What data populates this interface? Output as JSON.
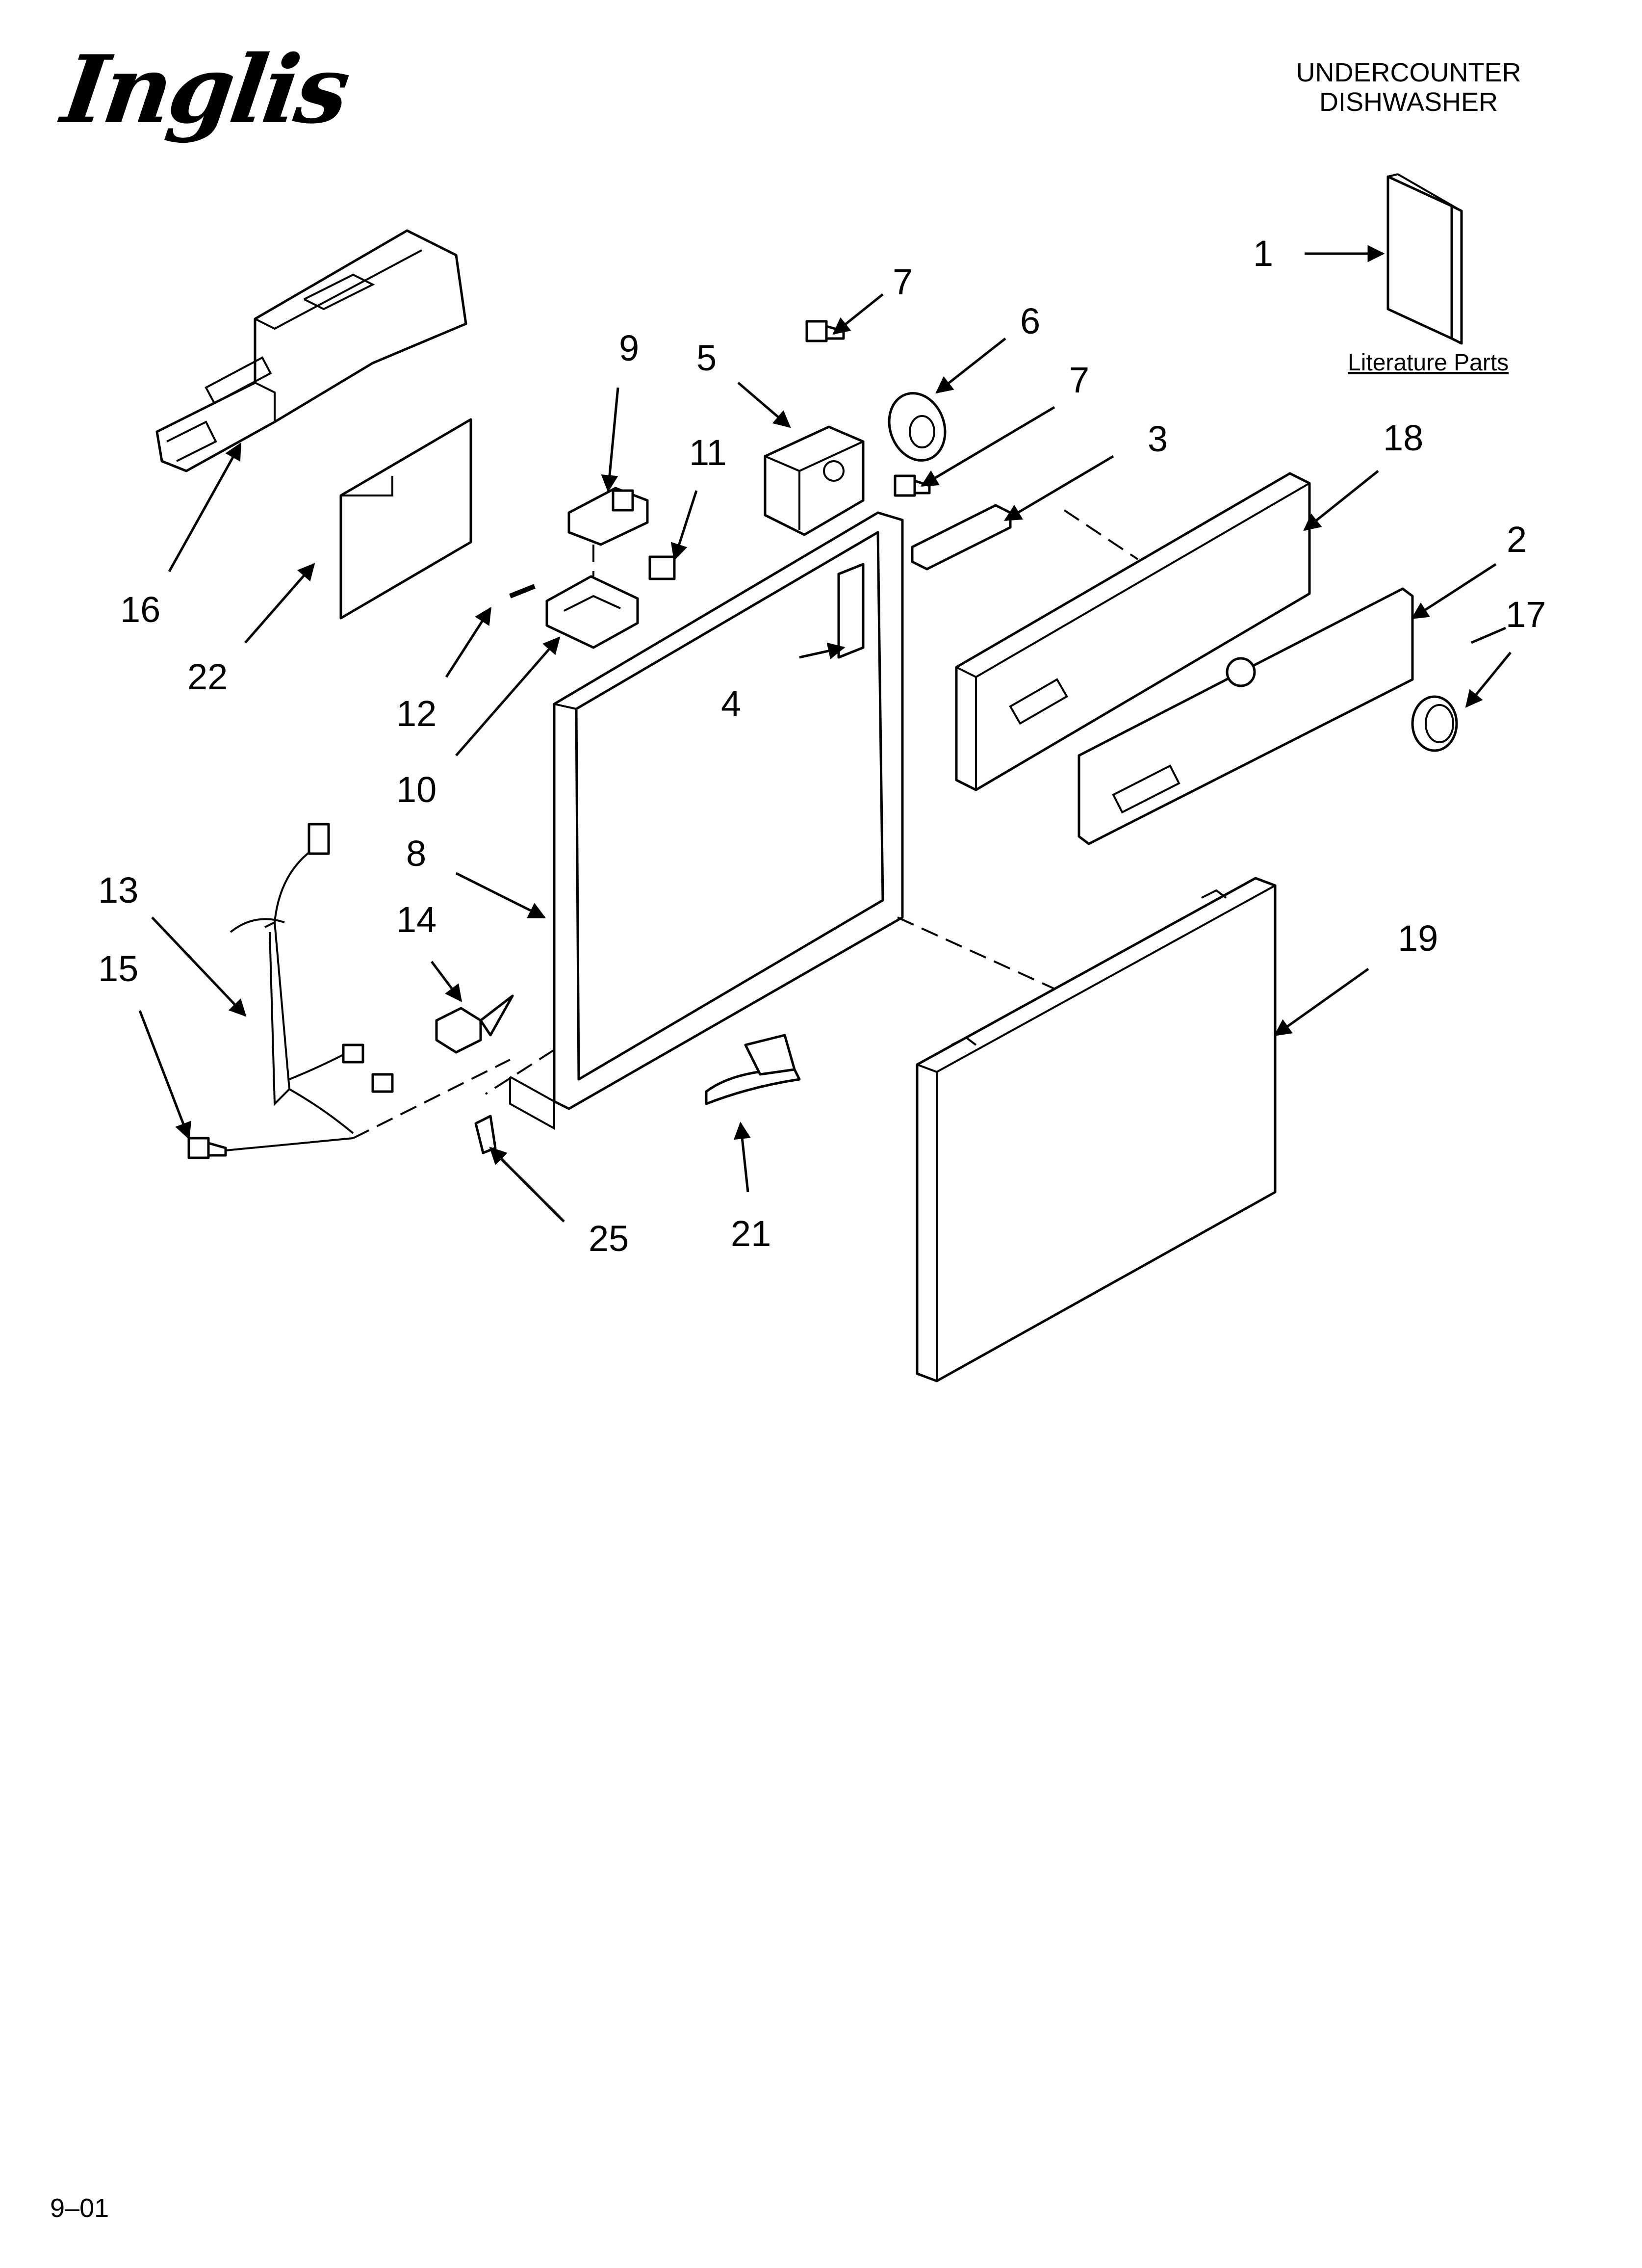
{
  "brand": "Inglis",
  "title_lines": [
    "UNDERCOUNTER",
    "DISHWASHER"
  ],
  "literature_label": "Literature Parts",
  "page_code": "9–01",
  "callouts": [
    "1",
    "2",
    "3",
    "4",
    "5",
    "6",
    "7",
    "7",
    "8",
    "9",
    "10",
    "11",
    "12",
    "13",
    "14",
    "15",
    "16",
    "17",
    "18",
    "19",
    "21",
    "22",
    "25"
  ]
}
